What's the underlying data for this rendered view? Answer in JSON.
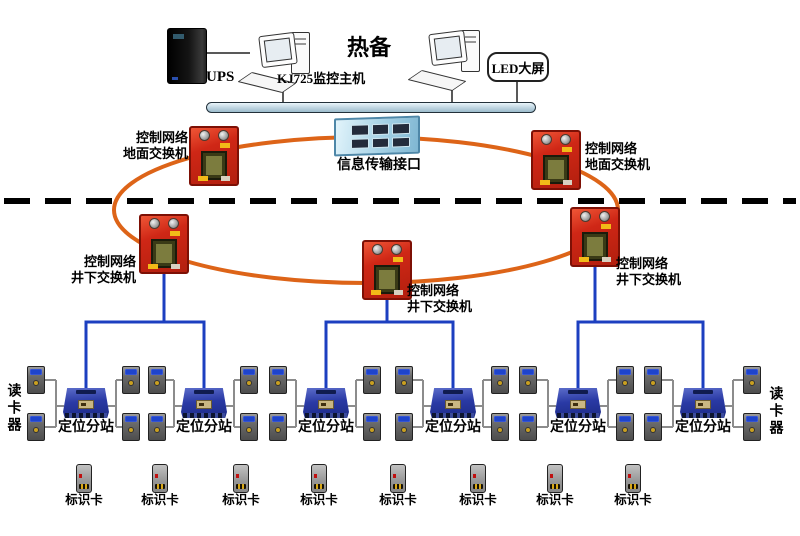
{
  "diagram": {
    "top": {
      "ups_label": "UPS",
      "host_label": "KJ725监控主机",
      "hot_standby_label": "热备",
      "led_label": "LED大屏"
    },
    "ring": {
      "surface_switch_label": "控制网络\n地面交换机",
      "info_interface_label": "信息传输接口",
      "underground_switch_label": "控制网络\n井下交换机"
    },
    "field": {
      "substation_label": "定位分站",
      "card_reader_label": "读卡器",
      "id_card_label": "标识卡"
    },
    "colors": {
      "ring_orange": "#dd6418",
      "network_blue": "#1c3fc0",
      "connector_gray": "#8c8c8c",
      "switch_red": "#c22312",
      "substation_blue": "#2a3aa5",
      "backbone_bar": "#b9cfdd"
    }
  }
}
